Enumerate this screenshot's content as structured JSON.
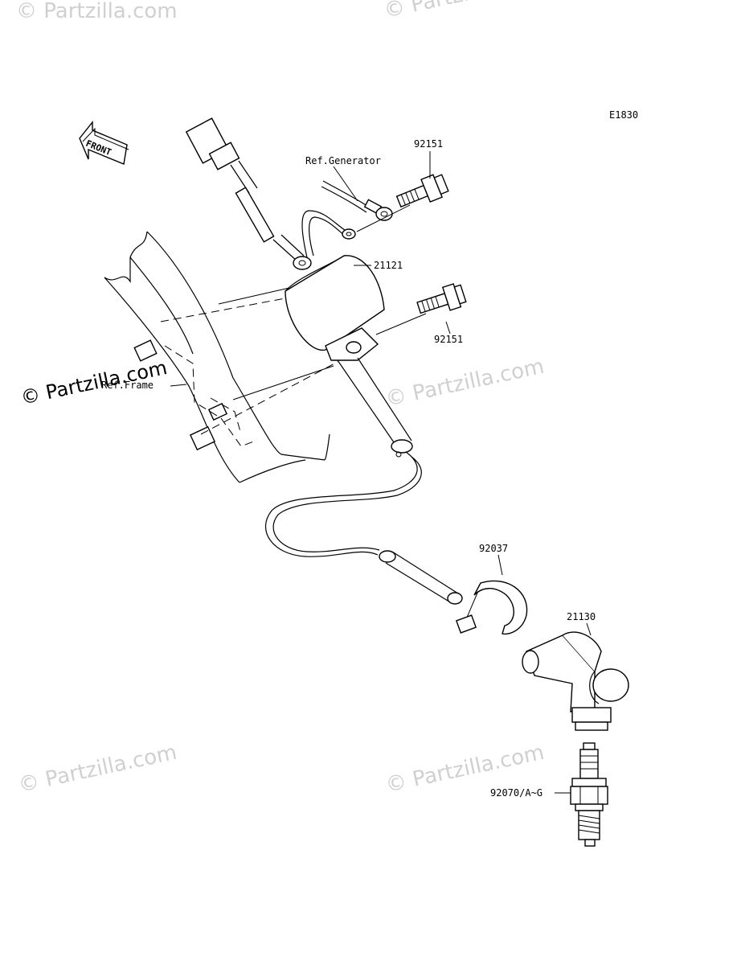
{
  "diagram_code": "E1830",
  "front_label": "FRONT",
  "watermark": "© Partzilla.com",
  "references": {
    "generator": "Ref.Generator",
    "frame": "Ref.Frame"
  },
  "parts": {
    "bolt_top": "92151",
    "coil": "21121",
    "bolt_mid": "92151",
    "clamp": "92037",
    "plug_cap": "21130",
    "spark_plug": "92070/A~G"
  }
}
